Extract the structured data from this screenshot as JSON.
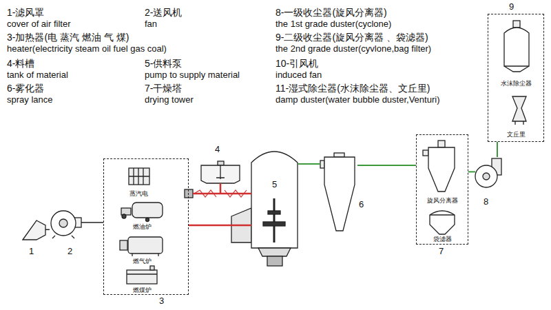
{
  "diagram": {
    "nodes": [
      {
        "text": [
          "1"
        ]
      },
      {
        "text": [
          "2"
        ]
      },
      {
        "text": [
          "3"
        ]
      },
      {
        "text": [
          "蒸汽电"
        ],
        "in": 2
      },
      {
        "text": [
          "燃油炉"
        ],
        "in": 2
      },
      {
        "text": [
          "燃气炉"
        ],
        "in": 2
      },
      {
        "text": [
          "燃煤炉"
        ],
        "in": 2
      },
      {
        "text": [
          "4"
        ]
      },
      {
        "text": [
          "5"
        ]
      },
      {
        "text": [
          "6"
        ]
      },
      {
        "text": [
          "7"
        ]
      },
      {
        "text": [
          "旋风分离器"
        ],
        "in": 10
      },
      {
        "text": [
          "袋滤器"
        ],
        "in": 10
      },
      {
        "text": [
          "8"
        ]
      },
      {
        "text": [
          "9"
        ]
      },
      {
        "text": [
          "水沫除尘器"
        ],
        "in": 14
      },
      {
        "text": [
          "文丘里"
        ],
        "in": 14
      }
    ],
    "edges": [
      {
        "from": 0,
        "to": 1,
        "arrow": "none"
      },
      {
        "from": 1,
        "to": 2,
        "arrow": "none"
      },
      {
        "from": 2,
        "to": 8,
        "arrow": "none"
      },
      {
        "from": 7,
        "to": 8,
        "arrow": "none"
      },
      {
        "from": 8,
        "to": 9,
        "arrow": "none"
      },
      {
        "from": 9,
        "to": 10,
        "arrow": "none"
      },
      {
        "from": 10,
        "to": 13,
        "arrow": "none"
      },
      {
        "from": 13,
        "to": 14,
        "arrow": "none"
      }
    ],
    "labels": [
      "1-滤风罩",
      "cover of air filter",
      "2-送风机",
      "fan",
      "3-加热器(电 蒸汽 燃油 气 煤)",
      "heater(electricity steam oil fuel gas coal)",
      "4-料槽",
      "tank of material",
      "5-供料泵",
      "pump to supply material",
      "6-雾化器",
      "spray lance",
      "7-干燥塔",
      "drying tower",
      "8-一级收尘器(旋风分离器)",
      "the 1st grade duster(cyclone)",
      "9-二级收尘器(旋风分离器 、袋滤器)",
      "the 2nd grade duster(cyvlone,bag filter)",
      "10-引风机",
      "induced fan",
      "11-湿式除尘器(水沫除尘器、文丘里)",
      "damp duster(water bubble duster,Venturi)"
    ]
  }
}
